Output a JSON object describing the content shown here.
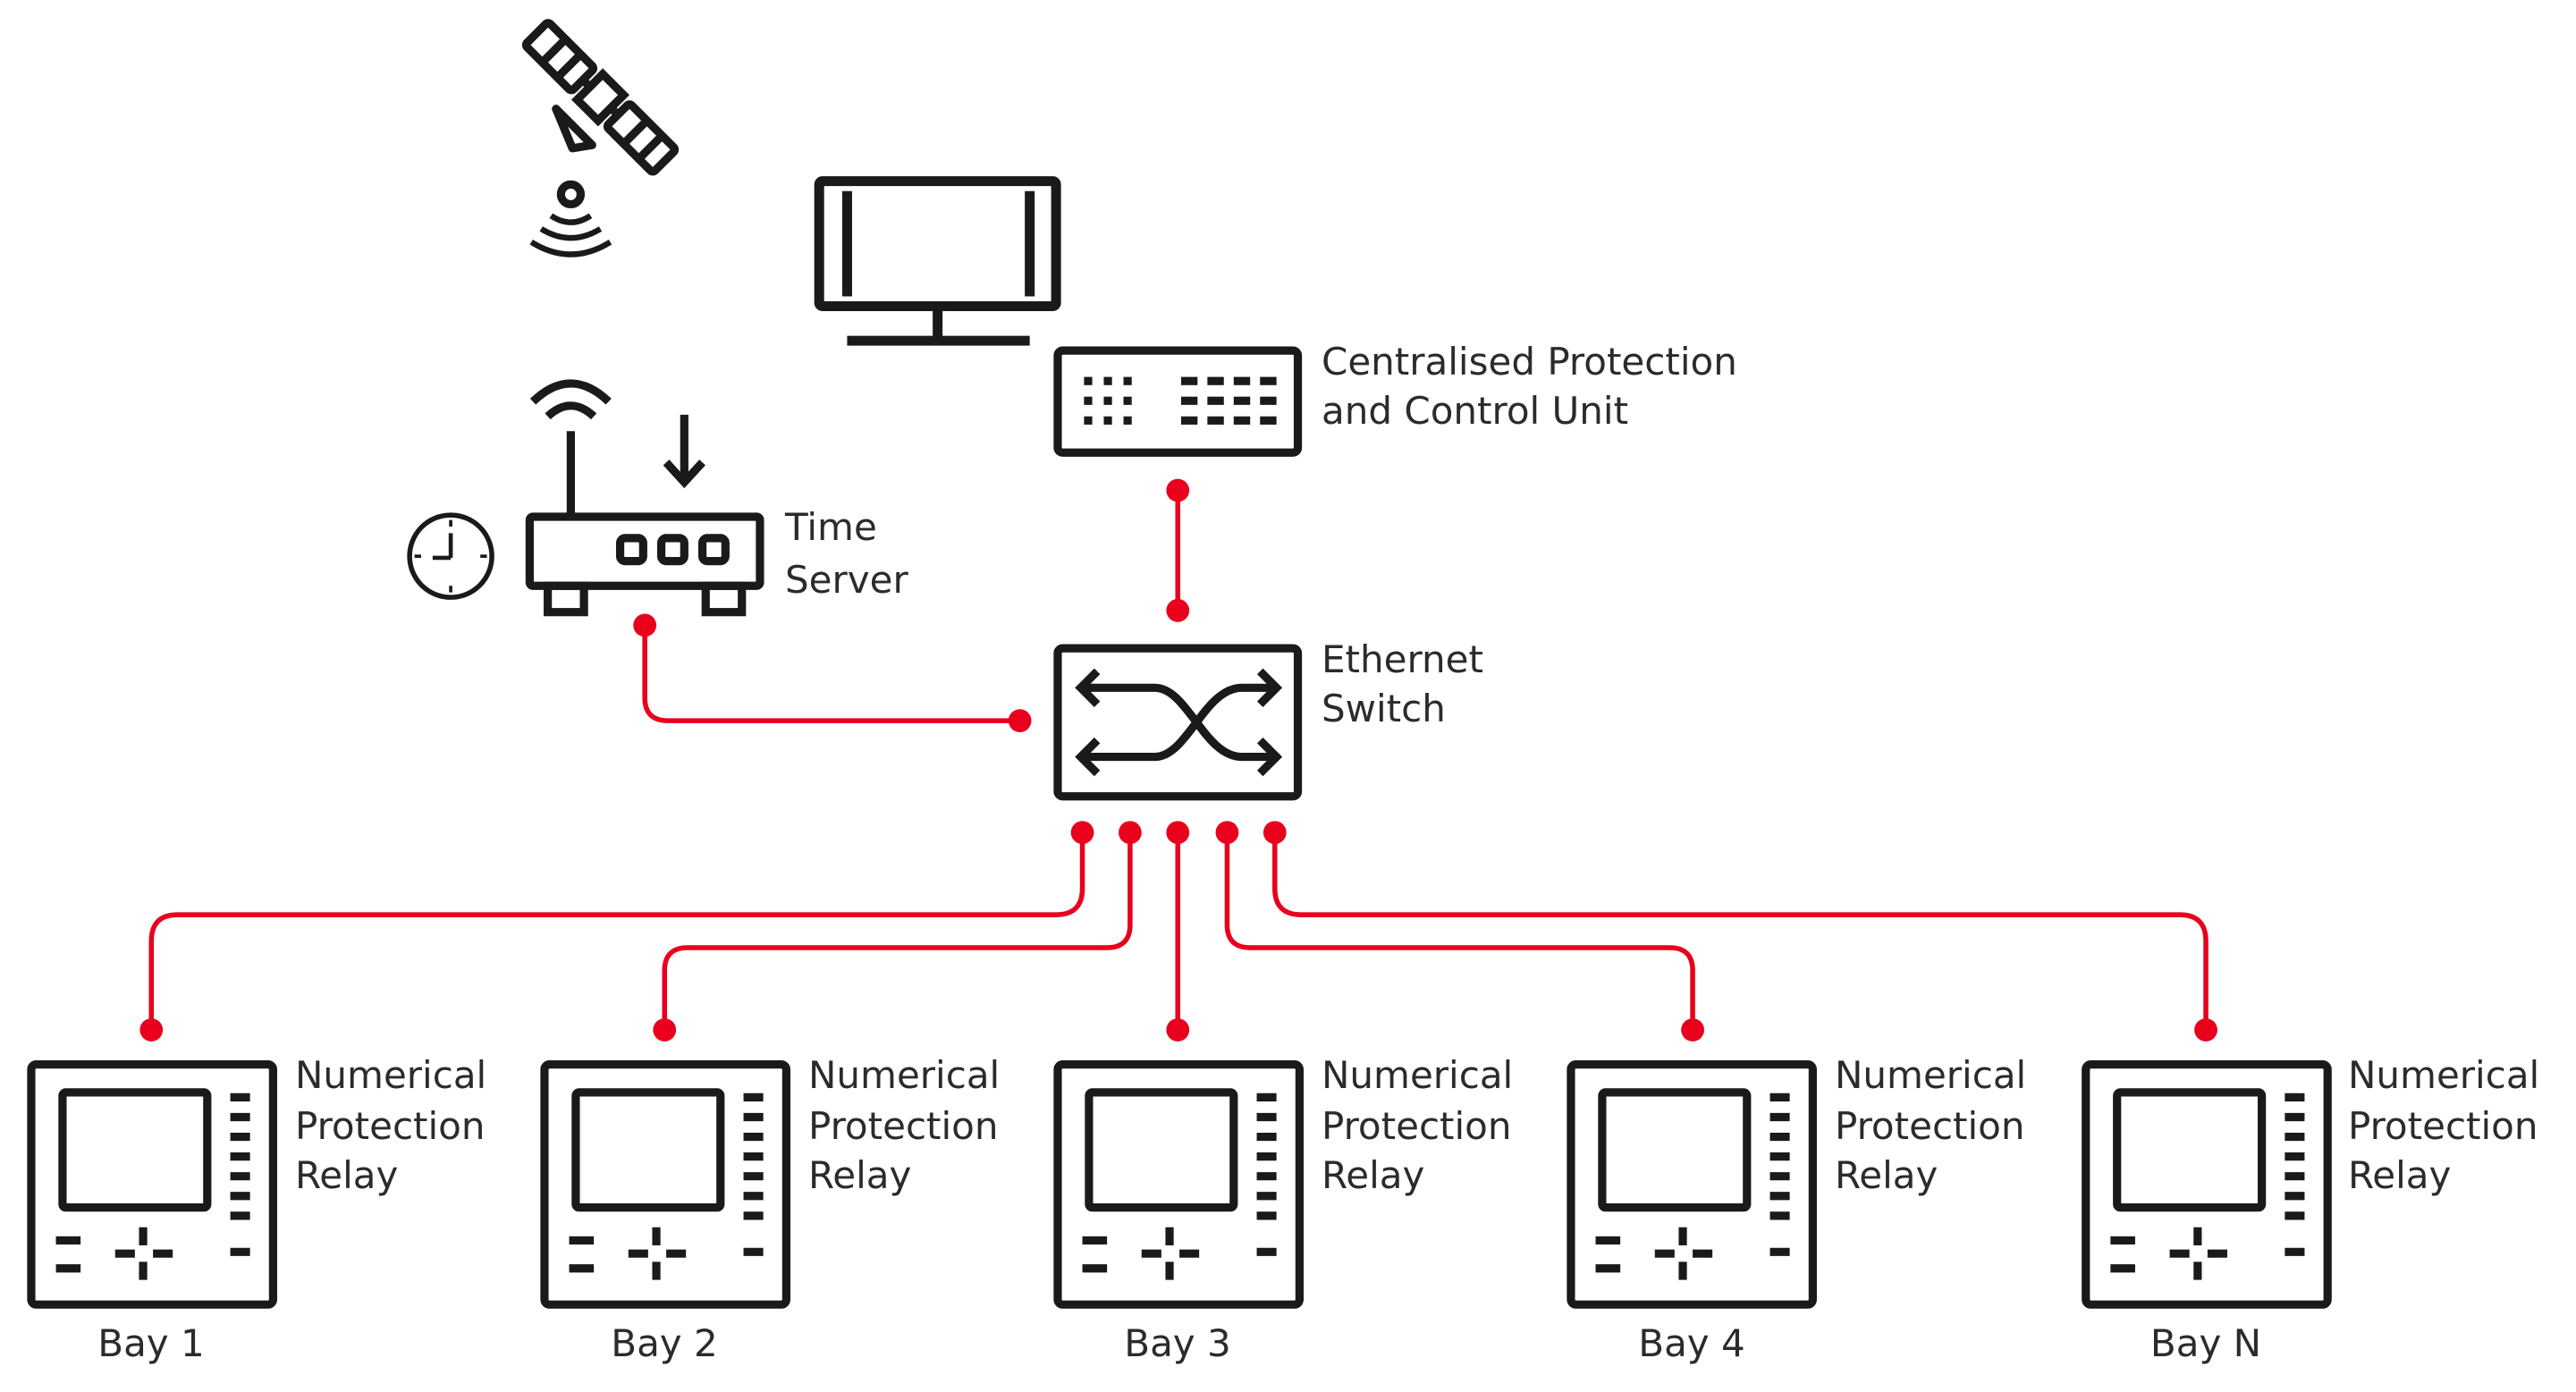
{
  "labels": {
    "cpcu_line1": "Centralised Protection",
    "cpcu_line2": "and Control Unit",
    "time_line1": "Time",
    "time_line2": "Server",
    "switch_line1": "Ethernet",
    "switch_line2": "Switch"
  },
  "relays": [
    {
      "line1": "Numerical",
      "line2": "Protection",
      "line3": "Relay",
      "bay": "Bay 1"
    },
    {
      "line1": "Numerical",
      "line2": "Protection",
      "line3": "Relay",
      "bay": "Bay 2"
    },
    {
      "line1": "Numerical",
      "line2": "Protection",
      "line3": "Relay",
      "bay": "Bay 3"
    },
    {
      "line1": "Numerical",
      "line2": "Protection",
      "line3": "Relay",
      "bay": "Bay 4"
    },
    {
      "line1": "Numerical",
      "line2": "Protection",
      "line3": "Relay",
      "bay": "Bay N"
    }
  ],
  "colors": {
    "ink": "#1a1a1a",
    "link": "#e8001c"
  },
  "icons": [
    "satellite-icon",
    "monitor-icon",
    "cpcu-unit-icon",
    "wifi-icon",
    "download-arrow-icon",
    "clock-icon",
    "time-server-icon",
    "ethernet-switch-icon",
    "relay-icon"
  ]
}
